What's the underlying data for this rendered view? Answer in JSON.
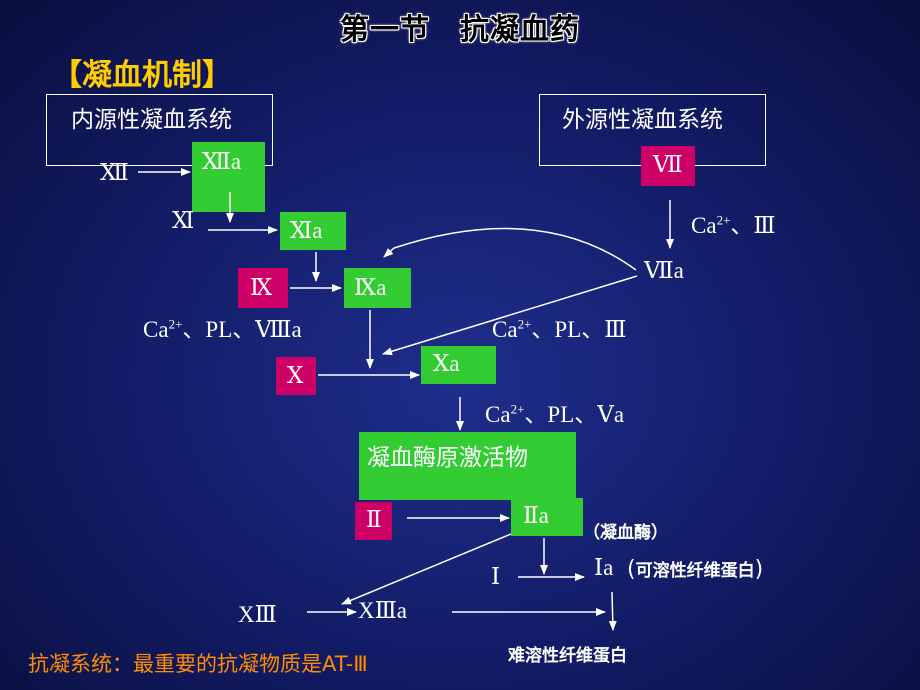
{
  "title": "第一节　抗凝血药",
  "subtitle": "【凝血机制】",
  "intrinsic": {
    "label": "内源性凝血系统"
  },
  "extrinsic": {
    "label": "外源性凝血系统"
  },
  "factors": {
    "f12": "Ⅻ",
    "f12a": "Ⅻa",
    "f11": "Ⅺ",
    "f11a": "Ⅺa",
    "f9": "Ⅸ",
    "f9a": "Ⅸa",
    "f7": "Ⅶ",
    "f7a": "Ⅶa",
    "f10": "Ⅹ",
    "f10a": "Ⅹa",
    "activator": "凝血酶原激活物",
    "f2": "Ⅱ",
    "f2a": "Ⅱa",
    "f1": "Ⅰ",
    "f1a": "Ⅰa",
    "f13": "XⅢ",
    "f13a": "XⅢa"
  },
  "cofactors": {
    "extrinsic_ca": "Ca",
    "extrinsic_rest": "、Ⅲ",
    "intrinsic_ca": "Ca",
    "intrinsic_rest": "、PL、Ⅷa",
    "tenase_ca": "Ca",
    "tenase_rest": "、PL、Ⅲ",
    "prothrombinase_ca": "Ca",
    "prothrombinase_rest": "、PL、Ⅴa",
    "ion_charge": "2+"
  },
  "notes": {
    "thrombin": "（凝血酶）",
    "soluble_fibrin_open": "(",
    "soluble_fibrin_text": "可溶性纤维蛋白",
    "soluble_fibrin_close": ")",
    "insoluble_fibrin": "难溶性纤维蛋白"
  },
  "footer": "抗凝系统：最重要的抗凝物质是AT-Ⅲ",
  "colors": {
    "background": "#121b64",
    "green_box": "#33cc33",
    "magenta_box": "#cc0066",
    "subtitle": "#ffcc00",
    "footer": "#ff8c00"
  }
}
